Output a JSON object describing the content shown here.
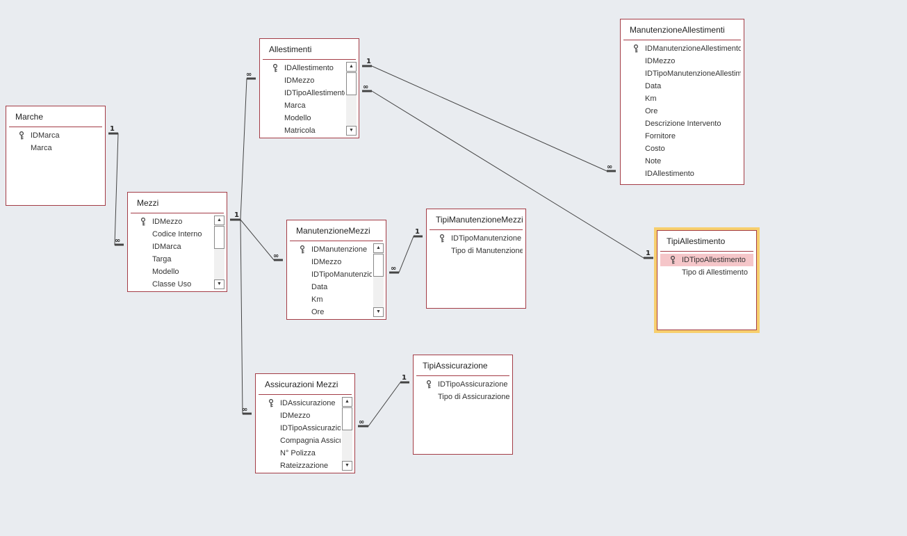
{
  "window": {
    "title": ""
  },
  "cardinality": {
    "one": "1",
    "many": "∞"
  },
  "tables": [
    {
      "id": "marche",
      "title": "Marche",
      "scroll": false,
      "fields": [
        {
          "name": "IDMarca",
          "key": true
        },
        {
          "name": "Marca",
          "key": false
        }
      ]
    },
    {
      "id": "mezzi",
      "title": "Mezzi",
      "scroll": true,
      "fields": [
        {
          "name": "IDMezzo",
          "key": true
        },
        {
          "name": "Codice Interno",
          "key": false
        },
        {
          "name": "IDMarca",
          "key": false
        },
        {
          "name": "Targa",
          "key": false
        },
        {
          "name": "Modello",
          "key": false
        },
        {
          "name": "Classe Uso",
          "key": false
        }
      ]
    },
    {
      "id": "allestimenti",
      "title": "Allestimenti",
      "scroll": true,
      "fields": [
        {
          "name": "IDAllestimento",
          "key": true
        },
        {
          "name": "IDMezzo",
          "key": false
        },
        {
          "name": "IDTipoAllestimento",
          "key": false
        },
        {
          "name": "Marca",
          "key": false
        },
        {
          "name": "Modello",
          "key": false
        },
        {
          "name": "Matricola",
          "key": false
        }
      ]
    },
    {
      "id": "manutenzionemezzi",
      "title": "ManutenzioneMezzi",
      "scroll": true,
      "fields": [
        {
          "name": "IDManutenzione",
          "key": true
        },
        {
          "name": "IDMezzo",
          "key": false
        },
        {
          "name": "IDTipoManutenzione",
          "key": false
        },
        {
          "name": "Data",
          "key": false
        },
        {
          "name": "Km",
          "key": false
        },
        {
          "name": "Ore",
          "key": false
        }
      ]
    },
    {
      "id": "tipimanutenzionemezzi",
      "title": "TipiManutenzioneMezzi",
      "scroll": false,
      "fields": [
        {
          "name": "IDTipoManutenzione",
          "key": true
        },
        {
          "name": "Tipo di Manutenzione",
          "key": false
        }
      ]
    },
    {
      "id": "assicurazionimezzi",
      "title": "Assicurazioni Mezzi",
      "scroll": true,
      "fields": [
        {
          "name": "IDAssicurazione",
          "key": true
        },
        {
          "name": "IDMezzo",
          "key": false
        },
        {
          "name": "IDTipoAssicurazione",
          "key": false
        },
        {
          "name": "Compagnia Assicurativa",
          "key": false
        },
        {
          "name": "N° Polizza",
          "key": false
        },
        {
          "name": "Rateizzazione",
          "key": false
        }
      ]
    },
    {
      "id": "tipiassicurazione",
      "title": "TipiAssicurazione",
      "scroll": false,
      "fields": [
        {
          "name": "IDTipoAssicurazione",
          "key": true
        },
        {
          "name": "Tipo di Assicurazione",
          "key": false
        }
      ]
    },
    {
      "id": "manutenzioneallestimenti",
      "title": "ManutenzioneAllestimenti",
      "scroll": false,
      "fields": [
        {
          "name": "IDManutenzioneAllestimento",
          "key": true
        },
        {
          "name": "IDMezzo",
          "key": false
        },
        {
          "name": "IDTipoManutenzioneAllestimento",
          "key": false
        },
        {
          "name": "Data",
          "key": false
        },
        {
          "name": "Km",
          "key": false
        },
        {
          "name": "Ore",
          "key": false
        },
        {
          "name": "Descrizione Intervento",
          "key": false
        },
        {
          "name": "Fornitore",
          "key": false
        },
        {
          "name": "Costo",
          "key": false
        },
        {
          "name": "Note",
          "key": false
        },
        {
          "name": "IDAllestimento",
          "key": false
        }
      ]
    },
    {
      "id": "tipiallestimento",
      "title": "TipiAllestimento",
      "scroll": false,
      "selected": true,
      "fields": [
        {
          "name": "IDTipoAllestimento",
          "key": true,
          "selected": true
        },
        {
          "name": "Tipo di Allestimento",
          "key": false
        }
      ]
    }
  ],
  "relationships": [
    {
      "from": "marche",
      "from_field": "IDMarca",
      "to": "mezzi",
      "to_field": "IDMarca",
      "type": "one-to-many"
    },
    {
      "from": "mezzi",
      "from_field": "IDMezzo",
      "to": "allestimenti",
      "to_field": "IDMezzo",
      "type": "one-to-many"
    },
    {
      "from": "mezzi",
      "from_field": "IDMezzo",
      "to": "manutenzionemezzi",
      "to_field": "IDMezzo",
      "type": "one-to-many"
    },
    {
      "from": "mezzi",
      "from_field": "IDMezzo",
      "to": "assicurazionimezzi",
      "to_field": "IDMezzo",
      "type": "one-to-many"
    },
    {
      "from": "tipimanutenzionemezzi",
      "from_field": "IDTipoManutenzione",
      "to": "manutenzionemezzi",
      "to_field": "IDTipoManutenzione",
      "type": "one-to-many"
    },
    {
      "from": "tipiassicurazione",
      "from_field": "IDTipoAssicurazione",
      "to": "assicurazionimezzi",
      "to_field": "IDTipoAssicurazione",
      "type": "one-to-many"
    },
    {
      "from": "allestimenti",
      "from_field": "IDAllestimento",
      "to": "manutenzioneallestimenti",
      "to_field": "IDAllestimento",
      "type": "one-to-many"
    },
    {
      "from": "tipiallestimento",
      "from_field": "IDTipoAllestimento",
      "to": "allestimenti",
      "to_field": "IDTipoAllestimento",
      "type": "one-to-many"
    }
  ]
}
